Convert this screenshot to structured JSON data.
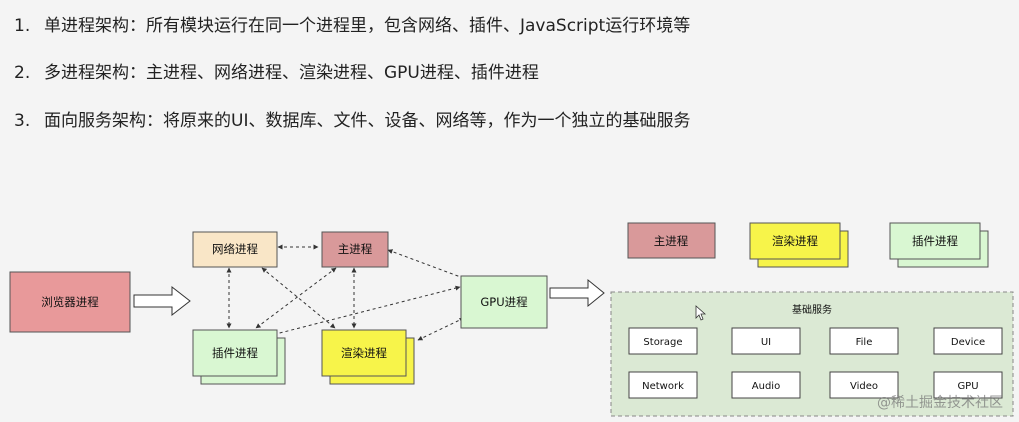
{
  "list": [
    {
      "num": "1.",
      "text": "单进程架构：所有模块运行在同一个进程里，包含网络、插件、JavaScript运行环境等"
    },
    {
      "num": "2.",
      "text": "多进程架构：主进程、网络进程、渲染进程、GPU进程、插件进程"
    },
    {
      "num": "3.",
      "text": "面向服务架构：将原来的UI、数据库、文件、设备、网络等，作为一个独立的基础服务"
    }
  ],
  "diagram": {
    "browser": "浏览器进程",
    "network": "网络进程",
    "main": "主进程",
    "plugin": "插件进程",
    "render": "渲染进程",
    "gpu": "GPU进程"
  },
  "right": {
    "main": "主进程",
    "render": "渲染进程",
    "plugin": "插件进程",
    "services_title": "基础服务",
    "services": [
      "Storage",
      "UI",
      "File",
      "Device",
      "Network",
      "Audio",
      "Video",
      "GPU"
    ]
  },
  "colors": {
    "browser": "#e8999a",
    "network": "#f9e6c7",
    "main": "#d9999a",
    "plugin": "#d9f7d2",
    "render": "#f7f44a",
    "gpu": "#d9f7d2",
    "services_bg": "#dbe9d4"
  },
  "watermark": "@稀土掘金技术社区"
}
